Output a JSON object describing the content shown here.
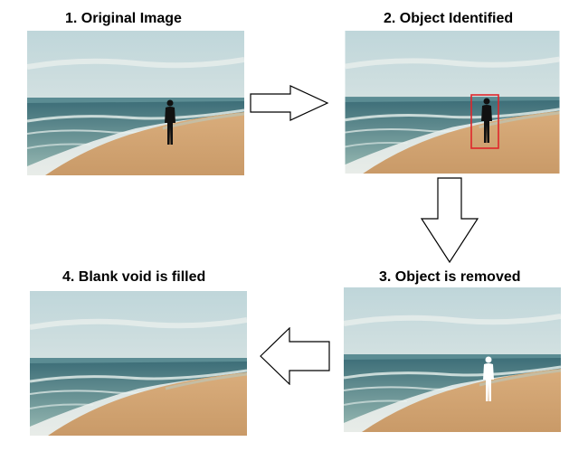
{
  "steps": [
    {
      "label": "1. Original Image"
    },
    {
      "label": "2. Object Identified"
    },
    {
      "label": "3. Object is removed"
    },
    {
      "label": "4. Blank void is filled"
    }
  ],
  "colors": {
    "sky_top": "#cfe0e2",
    "sky_bottom": "#e6ecea",
    "sea": "#6f9a9c",
    "sea_dark": "#3f6f78",
    "sand": "#d3a472",
    "sand_dark": "#c08d5c",
    "highlight_box": "#e0262b",
    "arrow_stroke": "#000000"
  },
  "icons": {
    "arrow_right": "right-arrow-icon",
    "arrow_down": "down-arrow-icon",
    "arrow_left": "left-arrow-icon"
  }
}
